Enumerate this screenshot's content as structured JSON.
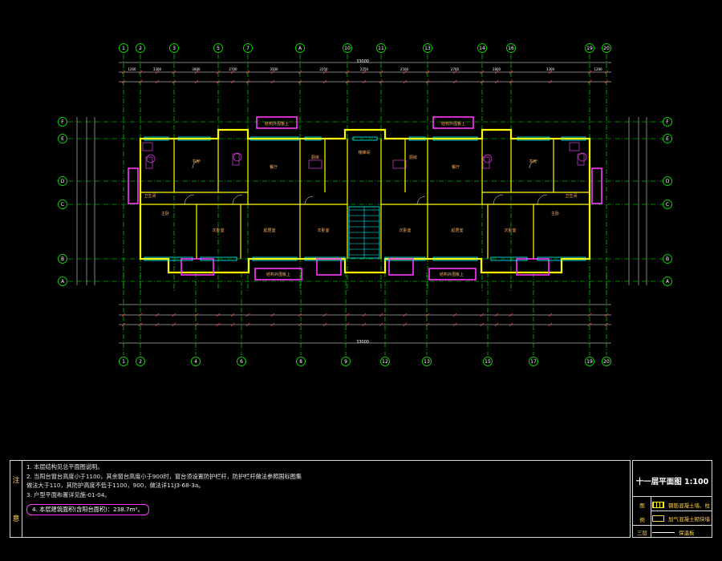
{
  "drawing": {
    "axes_top": [
      "1",
      "2",
      "3",
      "5",
      "7",
      "A",
      "10",
      "11",
      "13",
      "14",
      "16",
      "19",
      "20"
    ],
    "axes_bottom": [
      "1",
      "2",
      "4",
      "6",
      "8",
      "9",
      "12",
      "13",
      "15",
      "17",
      "19",
      "20"
    ],
    "axes_left": [
      "F",
      "E",
      "D",
      "C",
      "B",
      "A"
    ],
    "axes_right": [
      "F",
      "E",
      "D",
      "C",
      "B",
      "A"
    ],
    "overall_dim_top": "33000",
    "overall_dim_bottom": "33000",
    "rooms": {
      "study_left": "书房",
      "living_left": "餐厅",
      "kitchen_left": "厨房",
      "kitchen_right": "厨房",
      "living_right": "餐厅",
      "study_right": "书房",
      "bath_left": "卫生间",
      "bath_right": "卫生间",
      "master_left": "主卧",
      "second_left": "次卧室",
      "hall_left": "起居室",
      "second_mid_left": "次卧室",
      "second_mid_right": "次卧室",
      "hall_right": "起居室",
      "second_right": "次卧室",
      "master_right": "主卧",
      "stair": "楼梯间",
      "balcony_top_left": "结构外围板上",
      "balcony_top_right": "结构外围板上",
      "balcony_bottom_left": "结构外围板上",
      "balcony_bottom_right": "结构外围板上"
    },
    "colors": {
      "background": "#000000",
      "axis": "#00ff00",
      "dimension": "#ffffff",
      "wall": "#ffff00",
      "window": "#00ffff",
      "balcony": "#ff38ff",
      "furniture": "#e040e0",
      "label": "#ffb060",
      "tag": "#ff5555"
    }
  },
  "notes": {
    "side_label_top": "注",
    "side_label_bottom": "意",
    "lines": [
      "1. 本层结构见总平面图说明。",
      "2. 当阳台窗台高度小于1100，其余窗台高度小于900时，窗台须设置防护栏杆，防护栏杆做法参照国标图集",
      "做法大于110，其防护高度不低于1100，900，做法详11J3-68-3a。",
      "3. 户型平面布置详见施-01-04。",
      "4. 本层建筑面积(含阳台面积)：238.7m²。"
    ]
  },
  "title_block": {
    "title": "十一层平面图 1:100",
    "legend_col_header_1": "图",
    "legend_col_header_2": "例",
    "legend_items": [
      {
        "label": "钢筋混凝土墙、柱",
        "color": "#ffff00"
      },
      {
        "label": "加气混凝土砌块墙",
        "color": "#ffd24a"
      },
      {
        "label": "保温板",
        "color": "#ffffff"
      }
    ],
    "legend_bottom_left": "三层"
  }
}
